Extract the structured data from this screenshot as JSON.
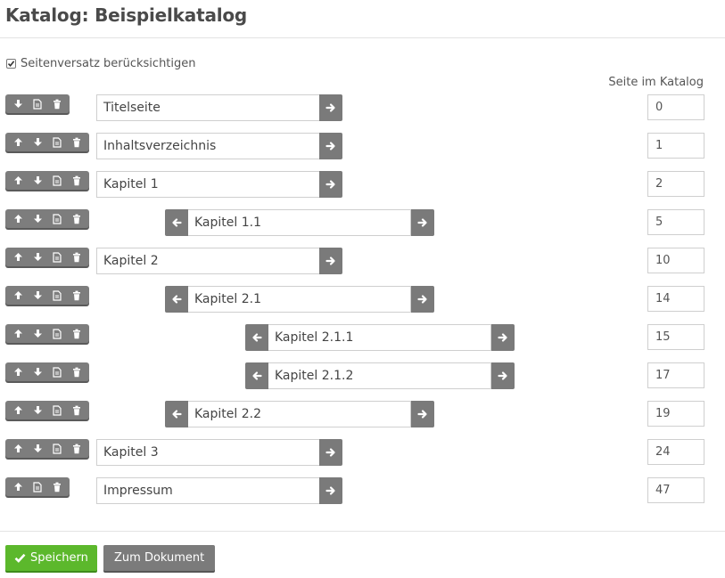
{
  "header": {
    "title": "Katalog: Beispielkatalog"
  },
  "options": {
    "page_offset_label": "Seitenversatz berücksichtigen",
    "page_offset_checked": true
  },
  "columns": {
    "page_label": "Seite im Katalog"
  },
  "entries": [
    {
      "label": "Titelseite",
      "level": 0,
      "page": "0",
      "actions": [
        "down",
        "document",
        "delete"
      ]
    },
    {
      "label": "Inhaltsverzeichnis",
      "level": 0,
      "page": "1",
      "actions": [
        "up",
        "down",
        "document",
        "delete"
      ]
    },
    {
      "label": "Kapitel 1",
      "level": 0,
      "page": "2",
      "actions": [
        "up",
        "down",
        "document",
        "delete"
      ]
    },
    {
      "label": "Kapitel 1.1",
      "level": 1,
      "page": "5",
      "actions": [
        "up",
        "down",
        "document",
        "delete"
      ]
    },
    {
      "label": "Kapitel 2",
      "level": 0,
      "page": "10",
      "actions": [
        "up",
        "down",
        "document",
        "delete"
      ]
    },
    {
      "label": "Kapitel 2.1",
      "level": 1,
      "page": "14",
      "actions": [
        "up",
        "down",
        "document",
        "delete"
      ]
    },
    {
      "label": "Kapitel 2.1.1",
      "level": 2,
      "page": "15",
      "actions": [
        "up",
        "down",
        "document",
        "delete"
      ]
    },
    {
      "label": "Kapitel 2.1.2",
      "level": 2,
      "page": "17",
      "actions": [
        "up",
        "down",
        "document",
        "delete"
      ]
    },
    {
      "label": "Kapitel 2.2",
      "level": 1,
      "page": "19",
      "actions": [
        "up",
        "down",
        "document",
        "delete"
      ]
    },
    {
      "label": "Kapitel 3",
      "level": 0,
      "page": "24",
      "actions": [
        "up",
        "down",
        "document",
        "delete"
      ]
    },
    {
      "label": "Impressum",
      "level": 0,
      "page": "47",
      "actions": [
        "up",
        "document",
        "delete"
      ]
    }
  ],
  "footer": {
    "save_label": "Speichern",
    "document_label": "Zum Dokument"
  },
  "colors": {
    "save": "#5cb82c",
    "button_gray": "#7b7b7b"
  }
}
